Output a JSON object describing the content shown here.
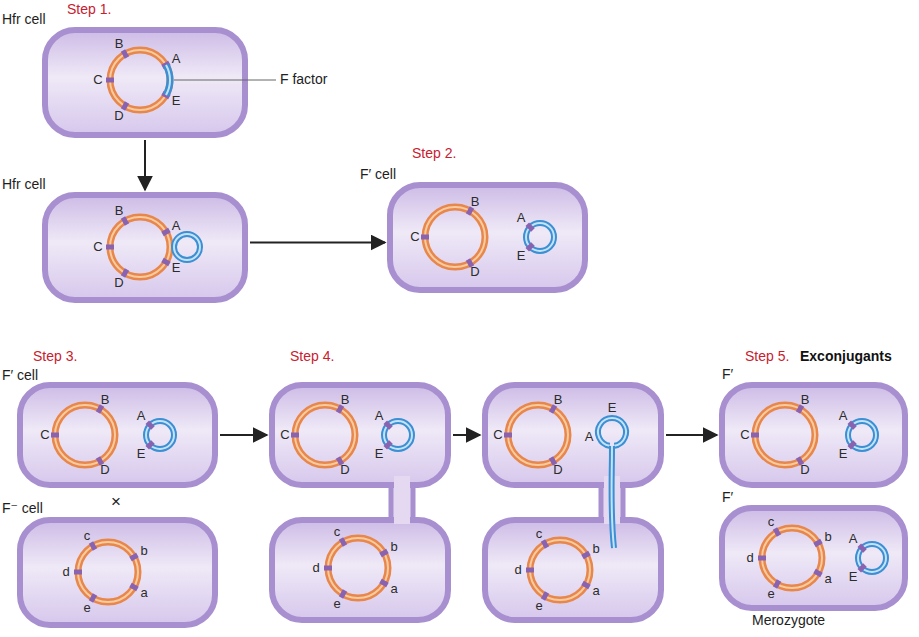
{
  "diagram": {
    "nodes": [
      {
        "text": [
          "Hfr cell",
          "B",
          "A",
          "C",
          "D",
          "E"
        ]
      },
      {
        "text": [
          "Hfr cell",
          "B",
          "A",
          "C",
          "E",
          "D"
        ]
      },
      {
        "text": [
          "F′ cell",
          "B",
          "C",
          "D",
          "A",
          "E"
        ]
      },
      {
        "text": [
          "F′ cell",
          "B",
          "C",
          "D",
          "A",
          "E"
        ]
      },
      {
        "text": [
          "F⁻ cell",
          "c",
          "b",
          "d",
          "a",
          "e"
        ]
      },
      {
        "text": [
          "B",
          "C",
          "D",
          "A",
          "E"
        ]
      },
      {
        "text": [
          "c",
          "b",
          "d",
          "a",
          "e"
        ]
      },
      {
        "text": [
          "B",
          "E",
          "C",
          "A",
          "D"
        ]
      },
      {
        "text": [
          "c",
          "b",
          "d",
          "a",
          "e"
        ]
      },
      {
        "text": [
          "F′",
          "B",
          "C",
          "A",
          "E",
          "D"
        ]
      },
      {
        "text": [
          "F′",
          "c",
          "b",
          "d",
          "a",
          "e",
          "A",
          "E"
        ]
      }
    ],
    "edges": [
      {
        "from": 0,
        "to": 1,
        "arrow": "to"
      },
      {
        "from": 1,
        "to": 2,
        "arrow": "to"
      },
      {
        "from": 3,
        "to": 5,
        "arrow": "to"
      },
      {
        "from": 5,
        "to": 7,
        "arrow": "to"
      },
      {
        "from": 7,
        "to": 9,
        "arrow": "to"
      }
    ],
    "labels": [
      "Step 1.",
      "F factor",
      "Step 2.",
      "Step 3.",
      "×",
      "Step 4.",
      "Step 5.",
      "Exconjugants",
      "Merozygote"
    ]
  }
}
